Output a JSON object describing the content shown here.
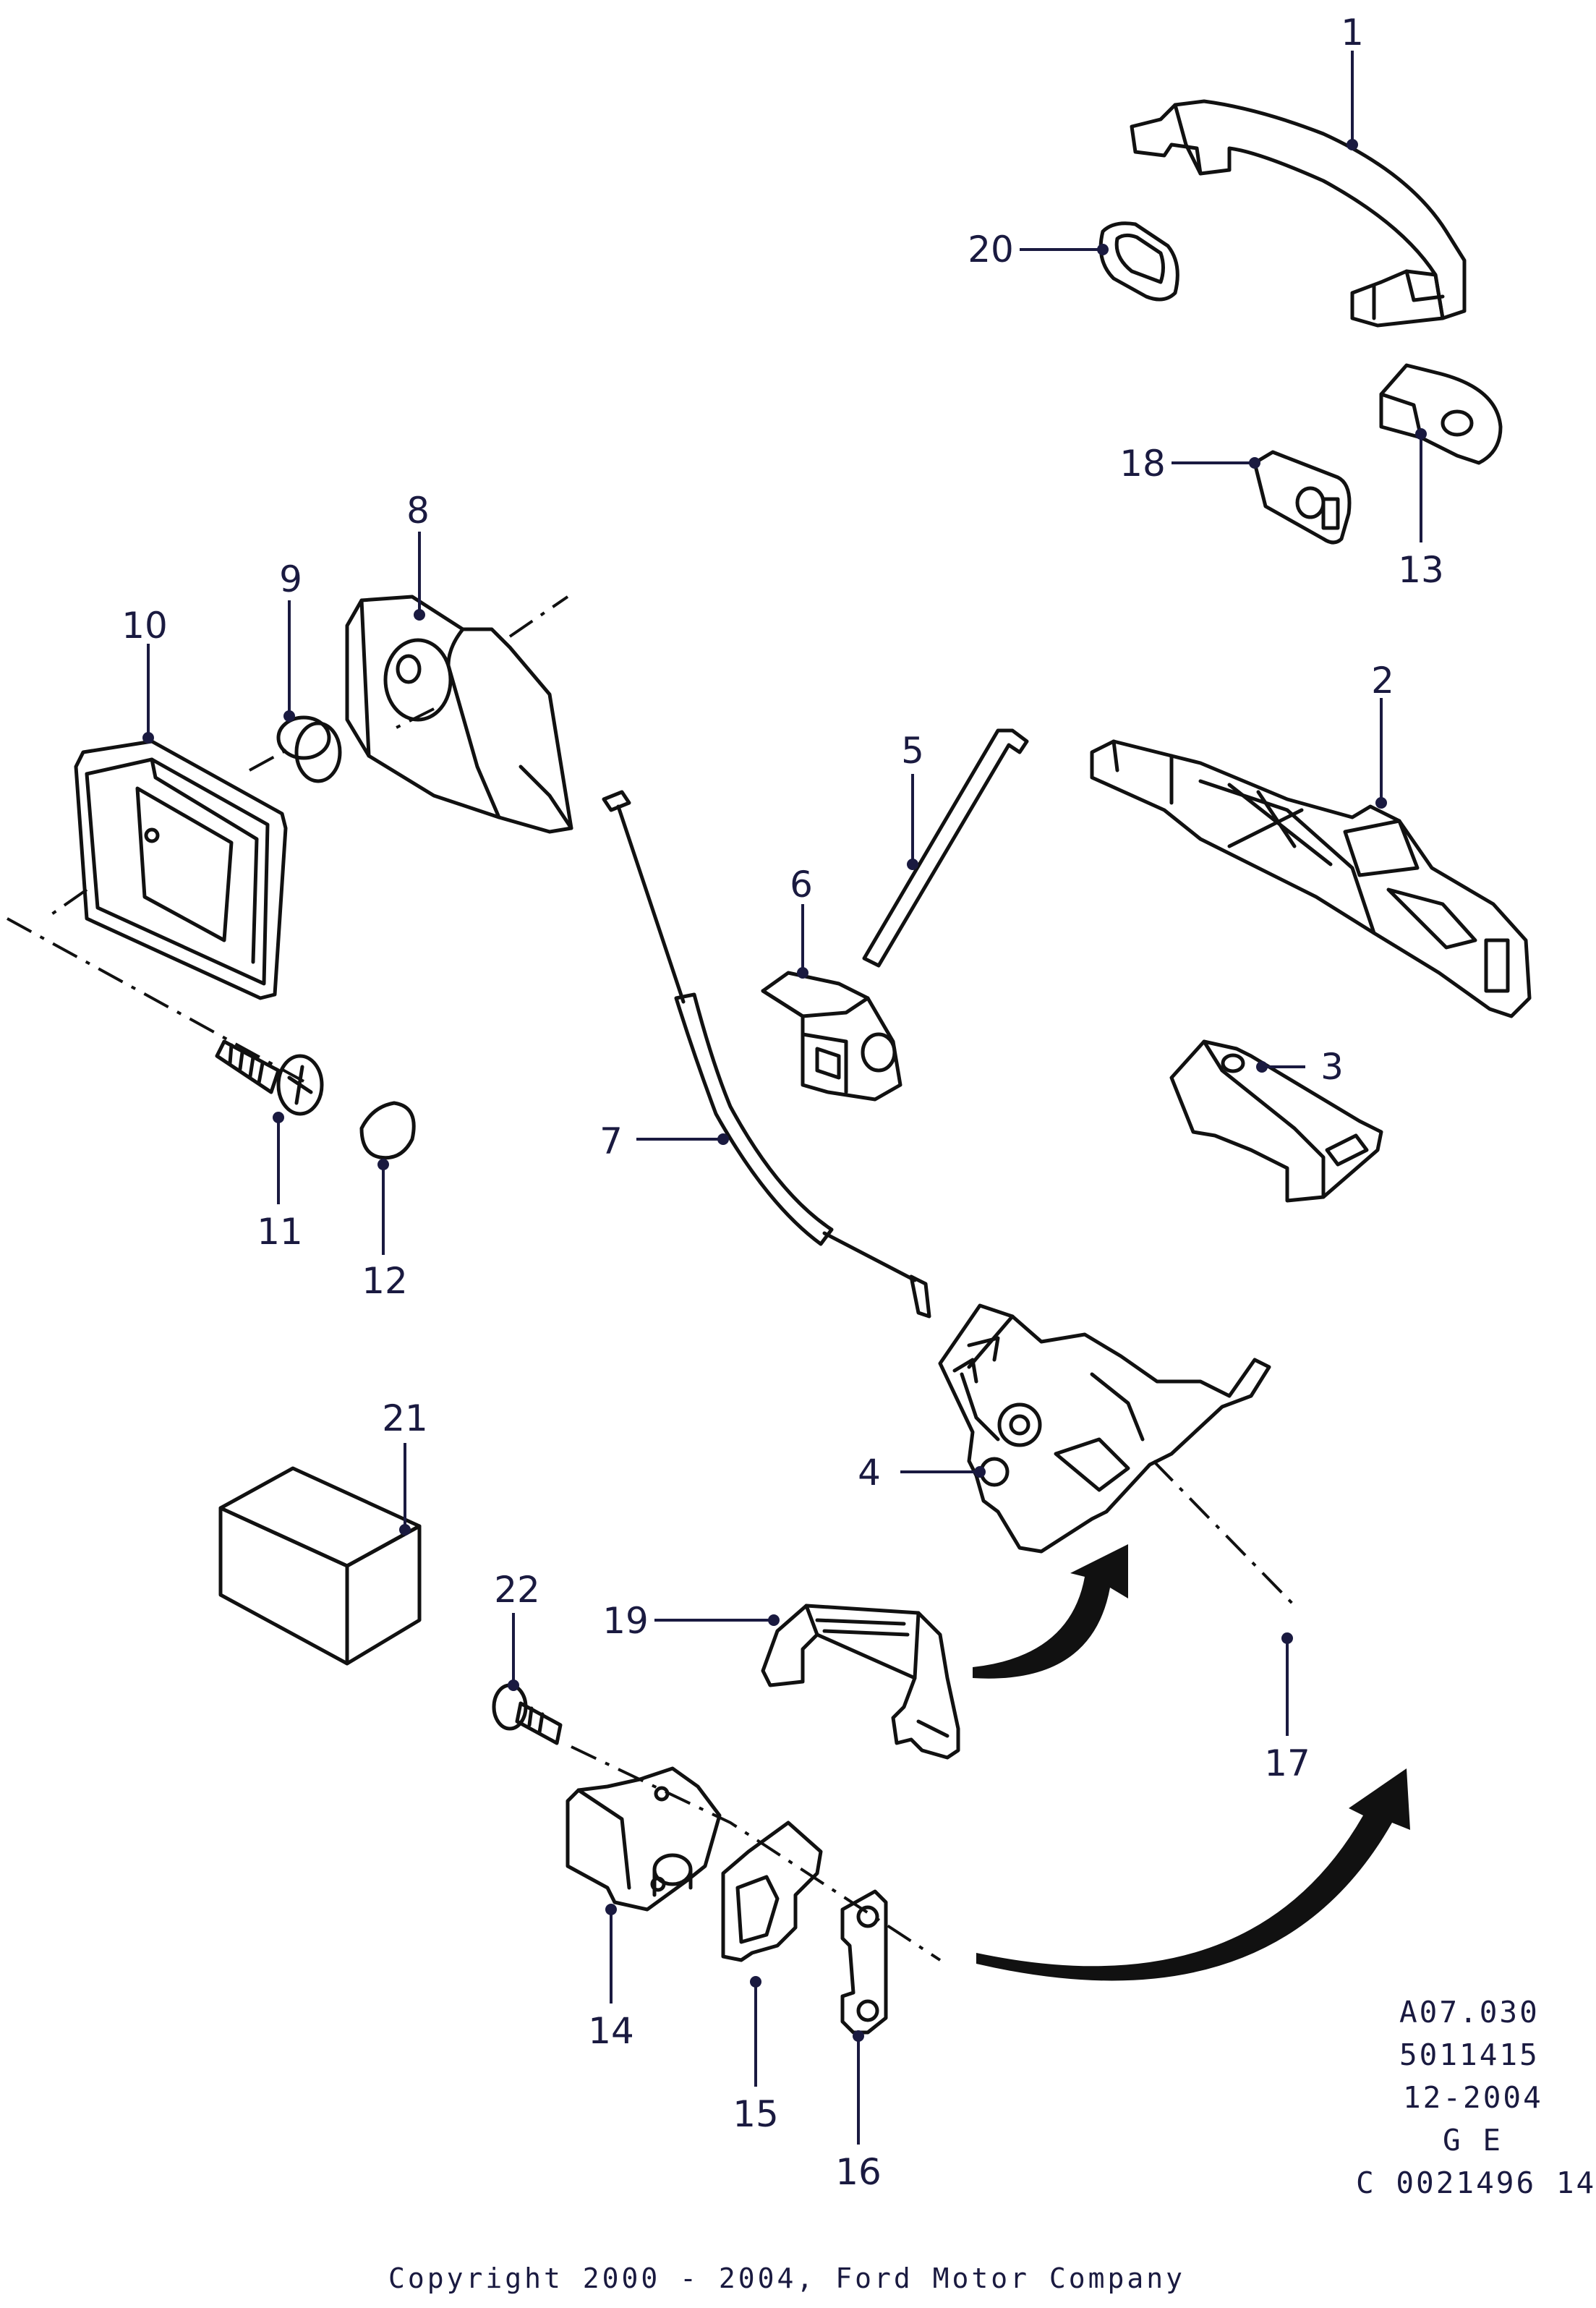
{
  "callouts": {
    "c1": "1",
    "c2": "2",
    "c3": "3",
    "c4": "4",
    "c5": "5",
    "c6": "6",
    "c7": "7",
    "c8": "8",
    "c9": "9",
    "c10": "10",
    "c11": "11",
    "c12": "12",
    "c13": "13",
    "c14": "14",
    "c15": "15",
    "c16": "16",
    "c17": "17",
    "c18": "18",
    "c19": "19",
    "c20": "20",
    "c21": "21",
    "c22": "22"
  },
  "info_block": {
    "ref": "A07.030",
    "number": "5011415",
    "date": "12-2004",
    "lang": "G E",
    "code": "C 0021496 14"
  },
  "copyright": "Copyright 2000 - 2004, Ford Motor Company"
}
